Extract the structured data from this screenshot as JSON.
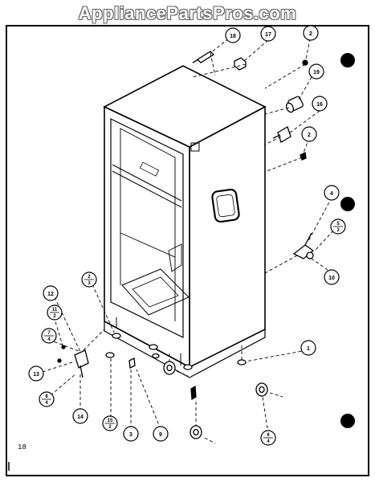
{
  "watermark": "AppliancePartsPros.com",
  "page_number": "18",
  "callouts": {
    "c18": "18",
    "c17": "17",
    "c2a": "2",
    "c19": "19",
    "c16": "16",
    "c2b": "2",
    "c4": "4",
    "c5top": "5",
    "c5bot": "3",
    "c10": "10",
    "c1": "1",
    "c6top": "6",
    "c6bot": "4",
    "c9": "9",
    "c3": "3",
    "c15top": "15",
    "c15bot": "2",
    "c14": "14",
    "c8top": "8",
    "c8bot": "4",
    "c13": "13",
    "c7top": "7",
    "c7bot": "4",
    "c11top": "11",
    "c11bot": "2",
    "c12": "12",
    "c20top": "2",
    "c20bot": "3"
  }
}
